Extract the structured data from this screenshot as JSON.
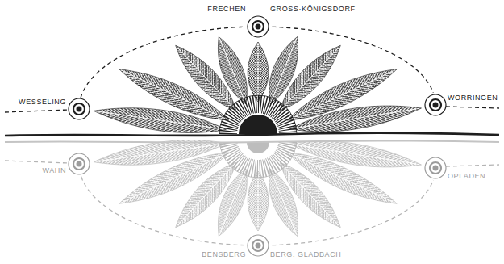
{
  "diagram": {
    "nodes": [
      {
        "text": [
          "FRECHEN",
          "GROSS·KÖNIGSDORF"
        ]
      },
      {
        "text": [
          "WESSELING"
        ]
      },
      {
        "text": [
          "WORRINGEN"
        ]
      },
      {
        "text": [
          "WAHN"
        ]
      },
      {
        "text": [
          "OPLADEN"
        ]
      },
      {
        "text": [
          "BENSBERG",
          "BERG. GLADBACH"
        ]
      }
    ],
    "edges": [
      {
        "from": 1,
        "to": 0,
        "arrow": "none"
      },
      {
        "from": 0,
        "to": 2,
        "arrow": "none"
      },
      {
        "from": 3,
        "to": 5,
        "arrow": "none"
      },
      {
        "from": 5,
        "to": 4,
        "arrow": "none"
      }
    ]
  }
}
